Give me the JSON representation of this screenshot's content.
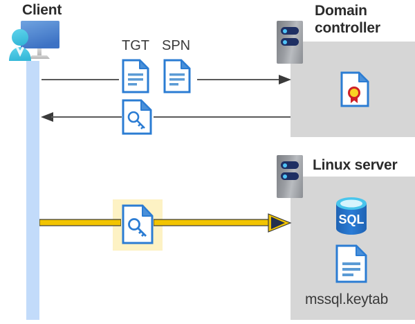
{
  "diagram": {
    "title_client": "Client",
    "title_domain_controller": "Domain\ncontroller",
    "domain_controller_line1": "Domain",
    "domain_controller_line2": "controller",
    "title_linux_server": "Linux server",
    "keytab_file": "mssql.keytab",
    "flow_labels": {
      "tgt": "TGT",
      "spn": "SPN"
    },
    "icons": {
      "client": "client-workstation-icon",
      "server": "server-icon",
      "certificate": "certificate-document-icon",
      "key_document": "key-document-icon",
      "text_document": "text-document-icon",
      "database": "sql-database-icon"
    },
    "colors": {
      "panel_gray": "#d6d6d6",
      "lifeline_blue": "#c2dbfa",
      "highlight_yellow": "#fdf2c4",
      "arrow_gray": "#595959",
      "arrow_yellow": "#f2c400",
      "doc_blue": "#2b7cd3",
      "doc_blue_dark": "#1f5fa8",
      "sql_blue": "#1f63b4",
      "seal_red": "#cf2026",
      "seal_gold": "#f9d423",
      "text_dark": "#2b2b2b"
    },
    "flows": [
      {
        "id": "request-tgt-spn",
        "direction": "client-to-domain-controller",
        "style": "gray",
        "labels": [
          "TGT",
          "SPN"
        ]
      },
      {
        "id": "return-ticket",
        "direction": "domain-controller-to-client",
        "style": "gray",
        "labels": []
      },
      {
        "id": "authenticate-to-linux",
        "direction": "client-to-linux-server",
        "style": "yellow-highlight",
        "labels": []
      }
    ]
  }
}
